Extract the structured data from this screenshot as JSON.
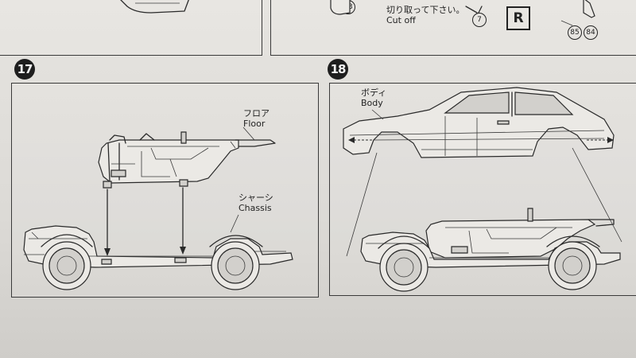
{
  "top_strip": {
    "cut_off_jp": "切り取って下さい。",
    "cut_off_en": "Cut off",
    "part_7": "7",
    "part_73": "73",
    "part_85": "85",
    "part_84": "84",
    "r_marker": "R"
  },
  "step17": {
    "number": "17",
    "floor_jp": "フロア",
    "floor_en": "Floor",
    "chassis_jp": "シャーシ",
    "chassis_en": "Chassis"
  },
  "step18": {
    "number": "18",
    "body_jp": "ボディ",
    "body_en": "Body"
  }
}
